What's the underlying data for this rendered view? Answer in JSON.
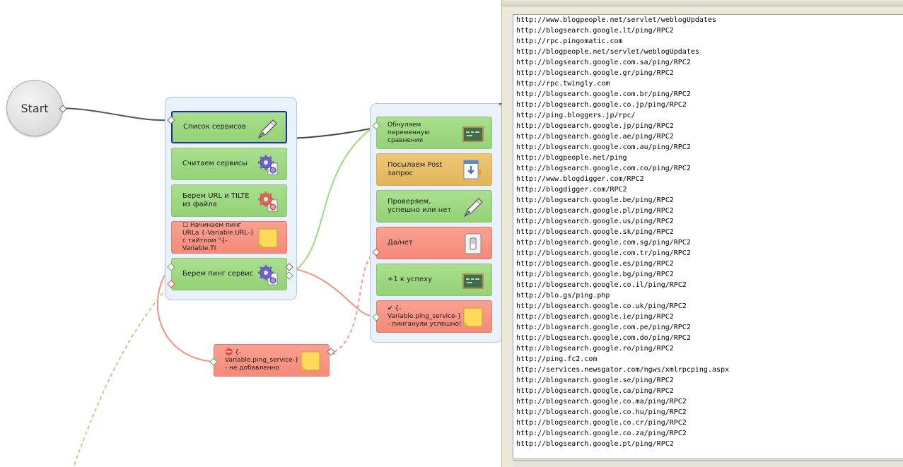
{
  "start": {
    "label": "Start"
  },
  "group1": {
    "nodes": [
      {
        "label": "Список сервисов",
        "icon": "pen-icon"
      },
      {
        "label": "Считаем сервисы",
        "icon": "gears-icon"
      },
      {
        "label": "Берем URL и TILTE из файла",
        "icon": "gears-icon"
      },
      {
        "label": "☐ Начинаем пинг URLа {-Variable.URL-} с тайтлом \"{-Variable.TI",
        "icon": "sticky-note-icon"
      },
      {
        "label": "Берем пинг сервис",
        "icon": "gears-icon"
      }
    ]
  },
  "group2": {
    "nodes": [
      {
        "label": "Обнуляем переменную сравнения",
        "icon": "chalkboard-icon"
      },
      {
        "label": "Посылаем Post запрос",
        "icon": "download-icon"
      },
      {
        "label": "Проверяем, успешно или нет",
        "icon": "pen-icon"
      },
      {
        "label": "Да/нет",
        "icon": "switch-icon"
      },
      {
        "label": "+1 к успеху",
        "icon": "chalkboard-icon"
      },
      {
        "label": "✔ {-Variable.ping_service-} - пинганули успешно!",
        "icon": "sticky-note-icon"
      }
    ]
  },
  "standalone": {
    "label": "⛔ {-Variable.ping_service-} - не добавленно",
    "icon": "sticky-note-icon"
  },
  "log": {
    "lines": [
      "http://www.blogpeople.net/servlet/weblogUpdates",
      "http://blogsearch.google.lt/ping/RPC2",
      "http://rpc.pingomatic.com",
      "http://blogpeople.net/servlet/weblogUpdates",
      "http://blogsearch.google.com.sa/ping/RPC2",
      "http://blogsearch.google.gr/ping/RPC2",
      "http://rpc.twingly.com",
      "http://blogsearch.google.com.br/ping/RPC2",
      "http://blogsearch.google.co.jp/ping/RPC2",
      "http://ping.bloggers.jp/rpc/",
      "http://blogsearch.google.jp/ping/RPC2",
      "http://blogsearch.google.ae/ping/RPC2",
      "http://blogsearch.google.com.au/ping/RPC2",
      "http://blogpeople.net/ping",
      "http://blogsearch.google.com.co/ping/RPC2",
      "http://www.blogdigger.com/RPC2",
      "http://blogdigger.com/RPC2",
      "http://blogsearch.google.be/ping/RPC2",
      "http://blogsearch.google.pl/ping/RPC2",
      "http://blogsearch.google.us/ping/RPC2",
      "http://blogsearch.google.sk/ping/RPC2",
      "http://blogsearch.google.com.sg/ping/RPC2",
      "http://blogsearch.google.com.tr/ping/RPC2",
      "http://blogsearch.google.es/ping/RPC2",
      "http://blogsearch.google.bg/ping/RPC2",
      "http://blogsearch.google.co.il/ping/RPC2",
      "http://blo.gs/ping.php",
      "http://blogsearch.google.co.uk/ping/RPC2",
      "http://blogsearch.google.ie/ping/RPC2",
      "http://blogsearch.google.com.pe/ping/RPC2",
      "http://blogsearch.google.com.do/ping/RPC2",
      "http://blogsearch.google.ro/ping/RPC2",
      "http://ping.fc2.com",
      "http://services.newsgator.com/ngws/xmlrpcping.aspx",
      "http://blogsearch.google.se/ping/RPC2",
      "http://blogsearch.google.ca/ping/RPC2",
      "http://blogsearch.google.co.ma/ping/RPC2",
      "http://blogsearch.google.co.hu/ping/RPC2",
      "http://blogsearch.google.co.cr/ping/RPC2",
      "http://blogsearch.google.co.za/ping/RPC2",
      "http://blogsearch.google.pt/ping/RPC2"
    ]
  }
}
